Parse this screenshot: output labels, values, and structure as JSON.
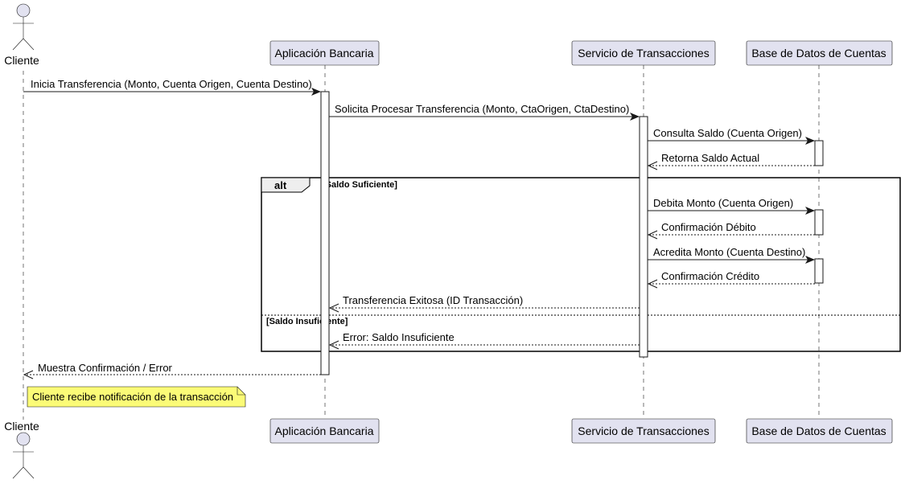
{
  "participants": [
    {
      "id": "cliente",
      "label": "Cliente",
      "kind": "actor"
    },
    {
      "id": "app",
      "label": "Aplicación Bancaria",
      "kind": "participant"
    },
    {
      "id": "svc",
      "label": "Servicio de Transacciones",
      "kind": "participant"
    },
    {
      "id": "db",
      "label": "Base de Datos de Cuentas",
      "kind": "participant"
    }
  ],
  "messages": [
    {
      "from": "cliente",
      "to": "app",
      "text": "Inicia Transferencia (Monto, Cuenta Origen, Cuenta Destino)",
      "style": "solid"
    },
    {
      "from": "app",
      "to": "svc",
      "text": "Solicita Procesar Transferencia (Monto, CtaOrigen, CtaDestino)",
      "style": "solid"
    },
    {
      "from": "svc",
      "to": "db",
      "text": "Consulta Saldo (Cuenta Origen)",
      "style": "solid"
    },
    {
      "from": "db",
      "to": "svc",
      "text": "Retorna Saldo Actual",
      "style": "dashed"
    },
    {
      "from": "svc",
      "to": "db",
      "text": "Debita Monto (Cuenta Origen)",
      "style": "solid"
    },
    {
      "from": "db",
      "to": "svc",
      "text": "Confirmación Débito",
      "style": "dashed"
    },
    {
      "from": "svc",
      "to": "db",
      "text": "Acredita Monto (Cuenta Destino)",
      "style": "solid"
    },
    {
      "from": "db",
      "to": "svc",
      "text": "Confirmación Crédito",
      "style": "dashed"
    },
    {
      "from": "svc",
      "to": "app",
      "text": "Transferencia Exitosa (ID Transacción)",
      "style": "dashed"
    },
    {
      "from": "svc",
      "to": "app",
      "text": "Error: Saldo Insuficiente",
      "style": "dashed"
    },
    {
      "from": "app",
      "to": "cliente",
      "text": "Muestra Confirmación / Error",
      "style": "dashed"
    }
  ],
  "alt_fragment": {
    "keyword": "alt",
    "guard1": "[Saldo Suficiente]",
    "guard2": "[Saldo Insuficiente]"
  },
  "note": {
    "text": "Cliente recibe notificación de la transacción"
  },
  "colors": {
    "participant_fill": "#e2e2f0",
    "line": "#181818",
    "note_fill": "#fbfb77"
  }
}
